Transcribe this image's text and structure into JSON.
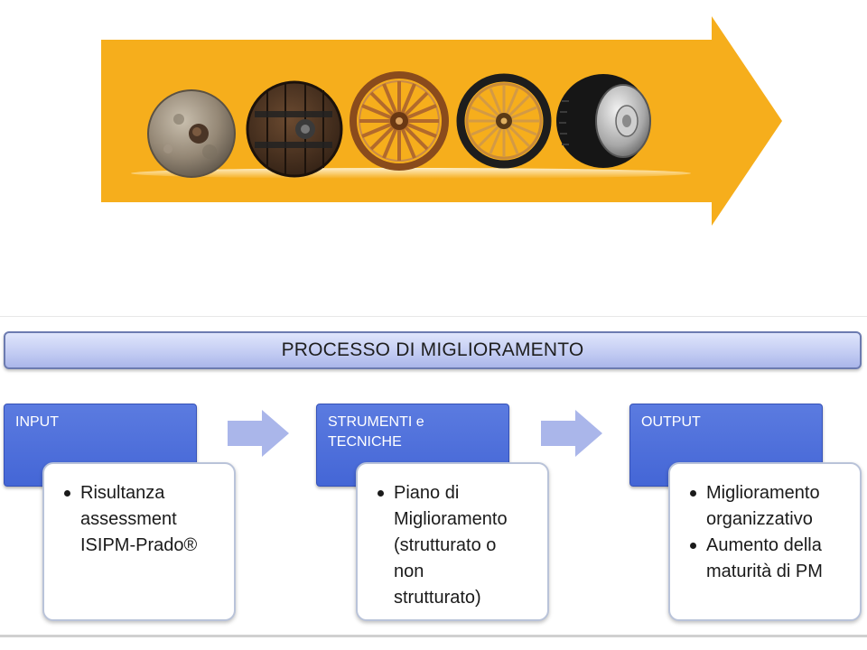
{
  "evolution": {
    "arrow_color": "#f6ae1c",
    "items": [
      "stone-wheel-icon",
      "wooden-plank-wheel-icon",
      "spoked-wagon-wheel-icon",
      "spoked-rubber-wheel-icon",
      "modern-tire-icon"
    ]
  },
  "process": {
    "title": "PROCESSO DI MIGLIORAMENTO",
    "stages": [
      {
        "heading": [
          "INPUT"
        ],
        "bullets": [
          [
            "Risultanza",
            "assessment",
            "ISIPM-Prado®"
          ]
        ]
      },
      {
        "heading": [
          "STRUMENTI e",
          "TECNICHE"
        ],
        "bullets": [
          [
            "Piano di",
            "Miglioramento",
            "(strutturato o",
            "non",
            "strutturato)"
          ]
        ]
      },
      {
        "heading": [
          "OUTPUT"
        ],
        "bullets": [
          [
            "Miglioramento",
            "organizzativo"
          ],
          [
            "Aumento della",
            "maturità di PM"
          ]
        ]
      }
    ],
    "colors": {
      "stage_head": "#4466d6",
      "banner": "#c4cdf3",
      "flow_arrow": "#aab6ea"
    }
  }
}
